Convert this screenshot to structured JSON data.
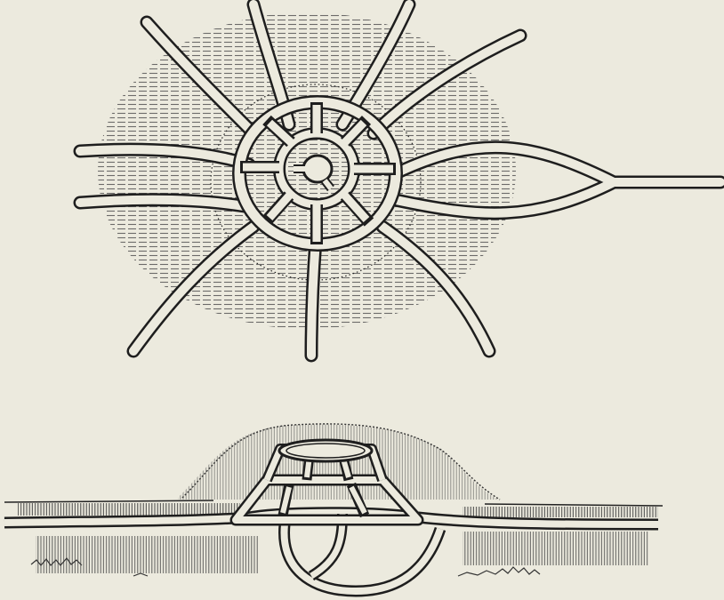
{
  "figure": {
    "description_kind": "engraving",
    "colors": {
      "paper": "#eceade",
      "ink": "#1e1e1e",
      "hatch": "#5a5a5a"
    },
    "panels": [
      {
        "id": "plan-view"
      },
      {
        "id": "section-view"
      }
    ]
  }
}
